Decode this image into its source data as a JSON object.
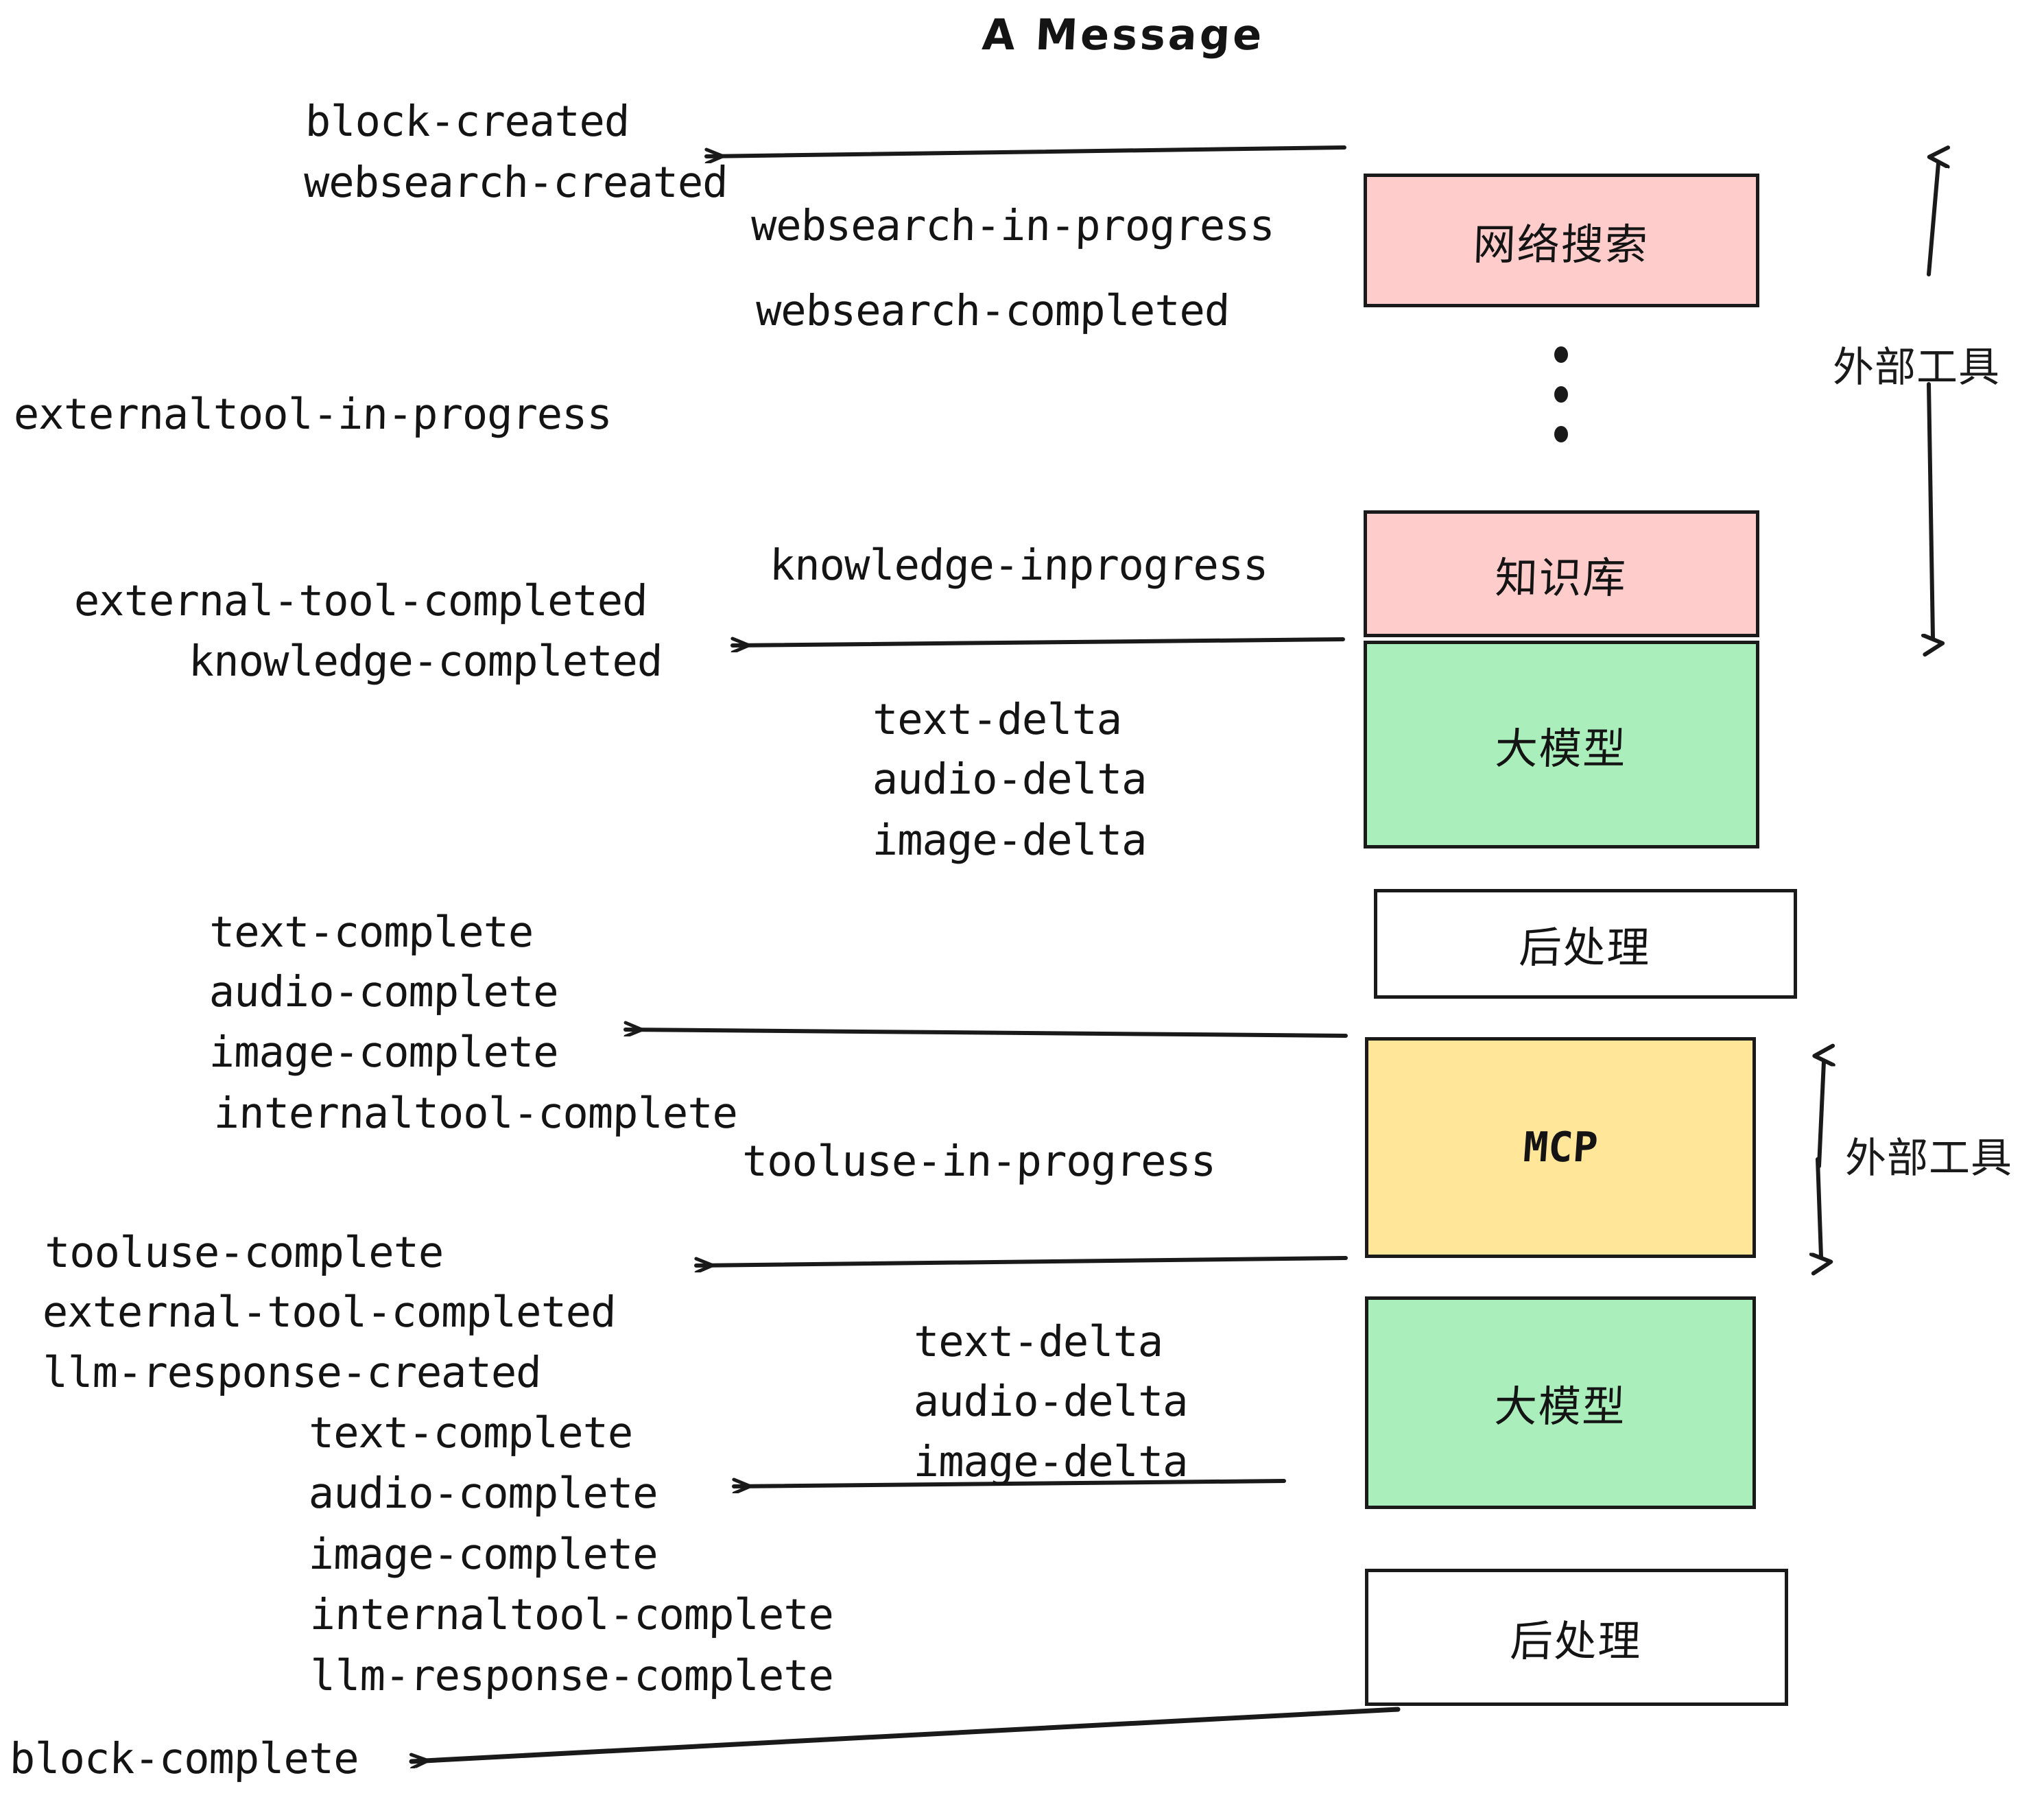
{
  "title": "A Message",
  "colors": {
    "pink": "#FFCCCC",
    "green": "#AAEEBB",
    "yellow": "#FFE699",
    "white": "#FFFFFF",
    "stroke": "#1A1A1A",
    "text": "#141414"
  },
  "nodes": [
    {
      "id": "websearch",
      "label": "网络搜索",
      "fill": "#FFCCCC",
      "mono": false
    },
    {
      "id": "knowledge",
      "label": "知识库",
      "fill": "#FFCCCC",
      "mono": false
    },
    {
      "id": "llm-1",
      "label": "大模型",
      "fill": "#AAEEBB",
      "mono": false
    },
    {
      "id": "postprocess-1",
      "label": "后处理",
      "fill": "#FFFFFF",
      "mono": false
    },
    {
      "id": "mcp",
      "label": "MCP",
      "fill": "#FFE699",
      "mono": true
    },
    {
      "id": "llm-2",
      "label": "大模型",
      "fill": "#AAEEBB",
      "mono": false
    },
    {
      "id": "postprocess-2",
      "label": "后处理",
      "fill": "#FFFFFF",
      "mono": false
    }
  ],
  "side_labels": [
    {
      "id": "external-tools-top",
      "label": "外部工具"
    },
    {
      "id": "external-tools-bottom",
      "label": "外部工具"
    }
  ],
  "events": {
    "block_created": "block-created",
    "websearch_created": "websearch-created",
    "websearch_in_progress": "websearch-in-progress",
    "websearch_completed": "websearch-completed",
    "externaltool_in_progress": "externaltool-in-progress",
    "knowledge_inprogress": "knowledge-inprogress",
    "external_tool_completed_1": "external-tool-completed",
    "knowledge_completed": "knowledge-completed",
    "text_delta_1": "text-delta",
    "audio_delta_1": "audio-delta",
    "image_delta_1": "image-delta",
    "text_complete_1": "text-complete",
    "audio_complete_1": "audio-complete",
    "image_complete_1": "image-complete",
    "internaltool_complete_1": "internaltool-complete",
    "tooluse_in_progress": "tooluse-in-progress",
    "tooluse_complete": "tooluse-complete",
    "external_tool_completed_2": "external-tool-completed",
    "llm_response_created": "llm-response-created",
    "text_delta_2": "text-delta",
    "audio_delta_2": "audio-delta",
    "image_delta_2": "image-delta",
    "text_complete_2": "text-complete",
    "audio_complete_2": "audio-complete",
    "image_complete_2": "image-complete",
    "internaltool_complete_2": "internaltool-complete",
    "llm_response_complete": "llm-response-complete",
    "block_complete": "block-complete"
  },
  "ellipsis": "⋮"
}
